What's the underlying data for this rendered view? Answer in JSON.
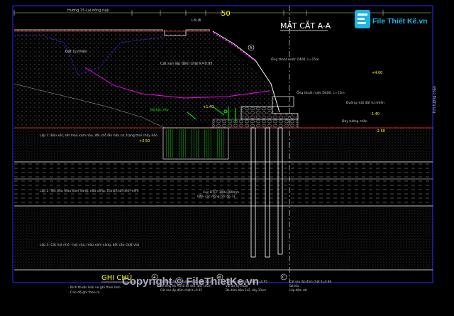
{
  "drawing": {
    "section_title": "MẶT CẮT A-A",
    "note_title": "GHI CHÚ",
    "top_dim": "50",
    "top_dim_label": "Hướng 15-Lại dòng nạp",
    "label_dim_small": "Lối đi",
    "layer1": "Lớp 1: Bùn sét, sét màu xám nâu, đôi chỗ lẫn hữu cơ, trạng thái chảy dẻo",
    "layer2": "Lớp 2: Sét pha màu xám vàng, nâu vàng, trạng thái dẻo mềm",
    "layer3": "Lớp 3: Cát hạt nhỏ - hạt vừa, màu xám vàng, kết cấu chặt vừa",
    "stone_label": "Đá hộc xếp",
    "fill_label": "Cát san lấp đầm chặt K=0.95",
    "left_label": "Đất tự nhiên",
    "pipe1": "Ống thoát nước D400, L=15m",
    "pipe2": "Ống thoát nước D400, L=15m",
    "right_label1": "Đường mặt đất tự nhiên",
    "right_label2": "Đáy tường chắn",
    "vertical_label": "Tim tường chắn",
    "pile_label": "Cọc BTCT 300x300mm",
    "pile_label2": "(Mũi cọc đóng tới lớp 3)",
    "elev1": "+4.00",
    "elev2": "+1.40",
    "elev3": "-1.40",
    "elev4": "-2.50",
    "elev5": "+0.50",
    "notes_left": [
      "- Kích thước bản vẽ ghi theo mm",
      "- Cao độ ghi theo m"
    ],
    "legend_A": [
      "Đá hộc xây VXM mác 100, dày 30cm",
      "Bê tông lót M150 đá 4x6, dày 10cm",
      "Cát san lấp đầm chặt K=0.95"
    ],
    "legend_B": [
      "Cát san lấp đầm chặt K=0.95",
      "Vải địa kỹ thuật",
      "Đá dăm đệm 1x2, dày 10cm"
    ],
    "legend_C": [
      "Cát san lấp đầm chặt K=0.98",
      "Đá hộc",
      "Lớp đệm cát"
    ],
    "watermark_logo": "File Thiết Kế.vn",
    "watermark_copyright": "Copyright © FileThietKe.vn"
  },
  "colors": {
    "background": "#000000",
    "cyan": "#00ffff",
    "yellow": "#ffff00",
    "green": "#00ff00",
    "magenta": "#ff00ff",
    "red": "#ff3030",
    "white": "#ffffff",
    "dots": "#d0d0d0",
    "blue": "#3030ff"
  }
}
